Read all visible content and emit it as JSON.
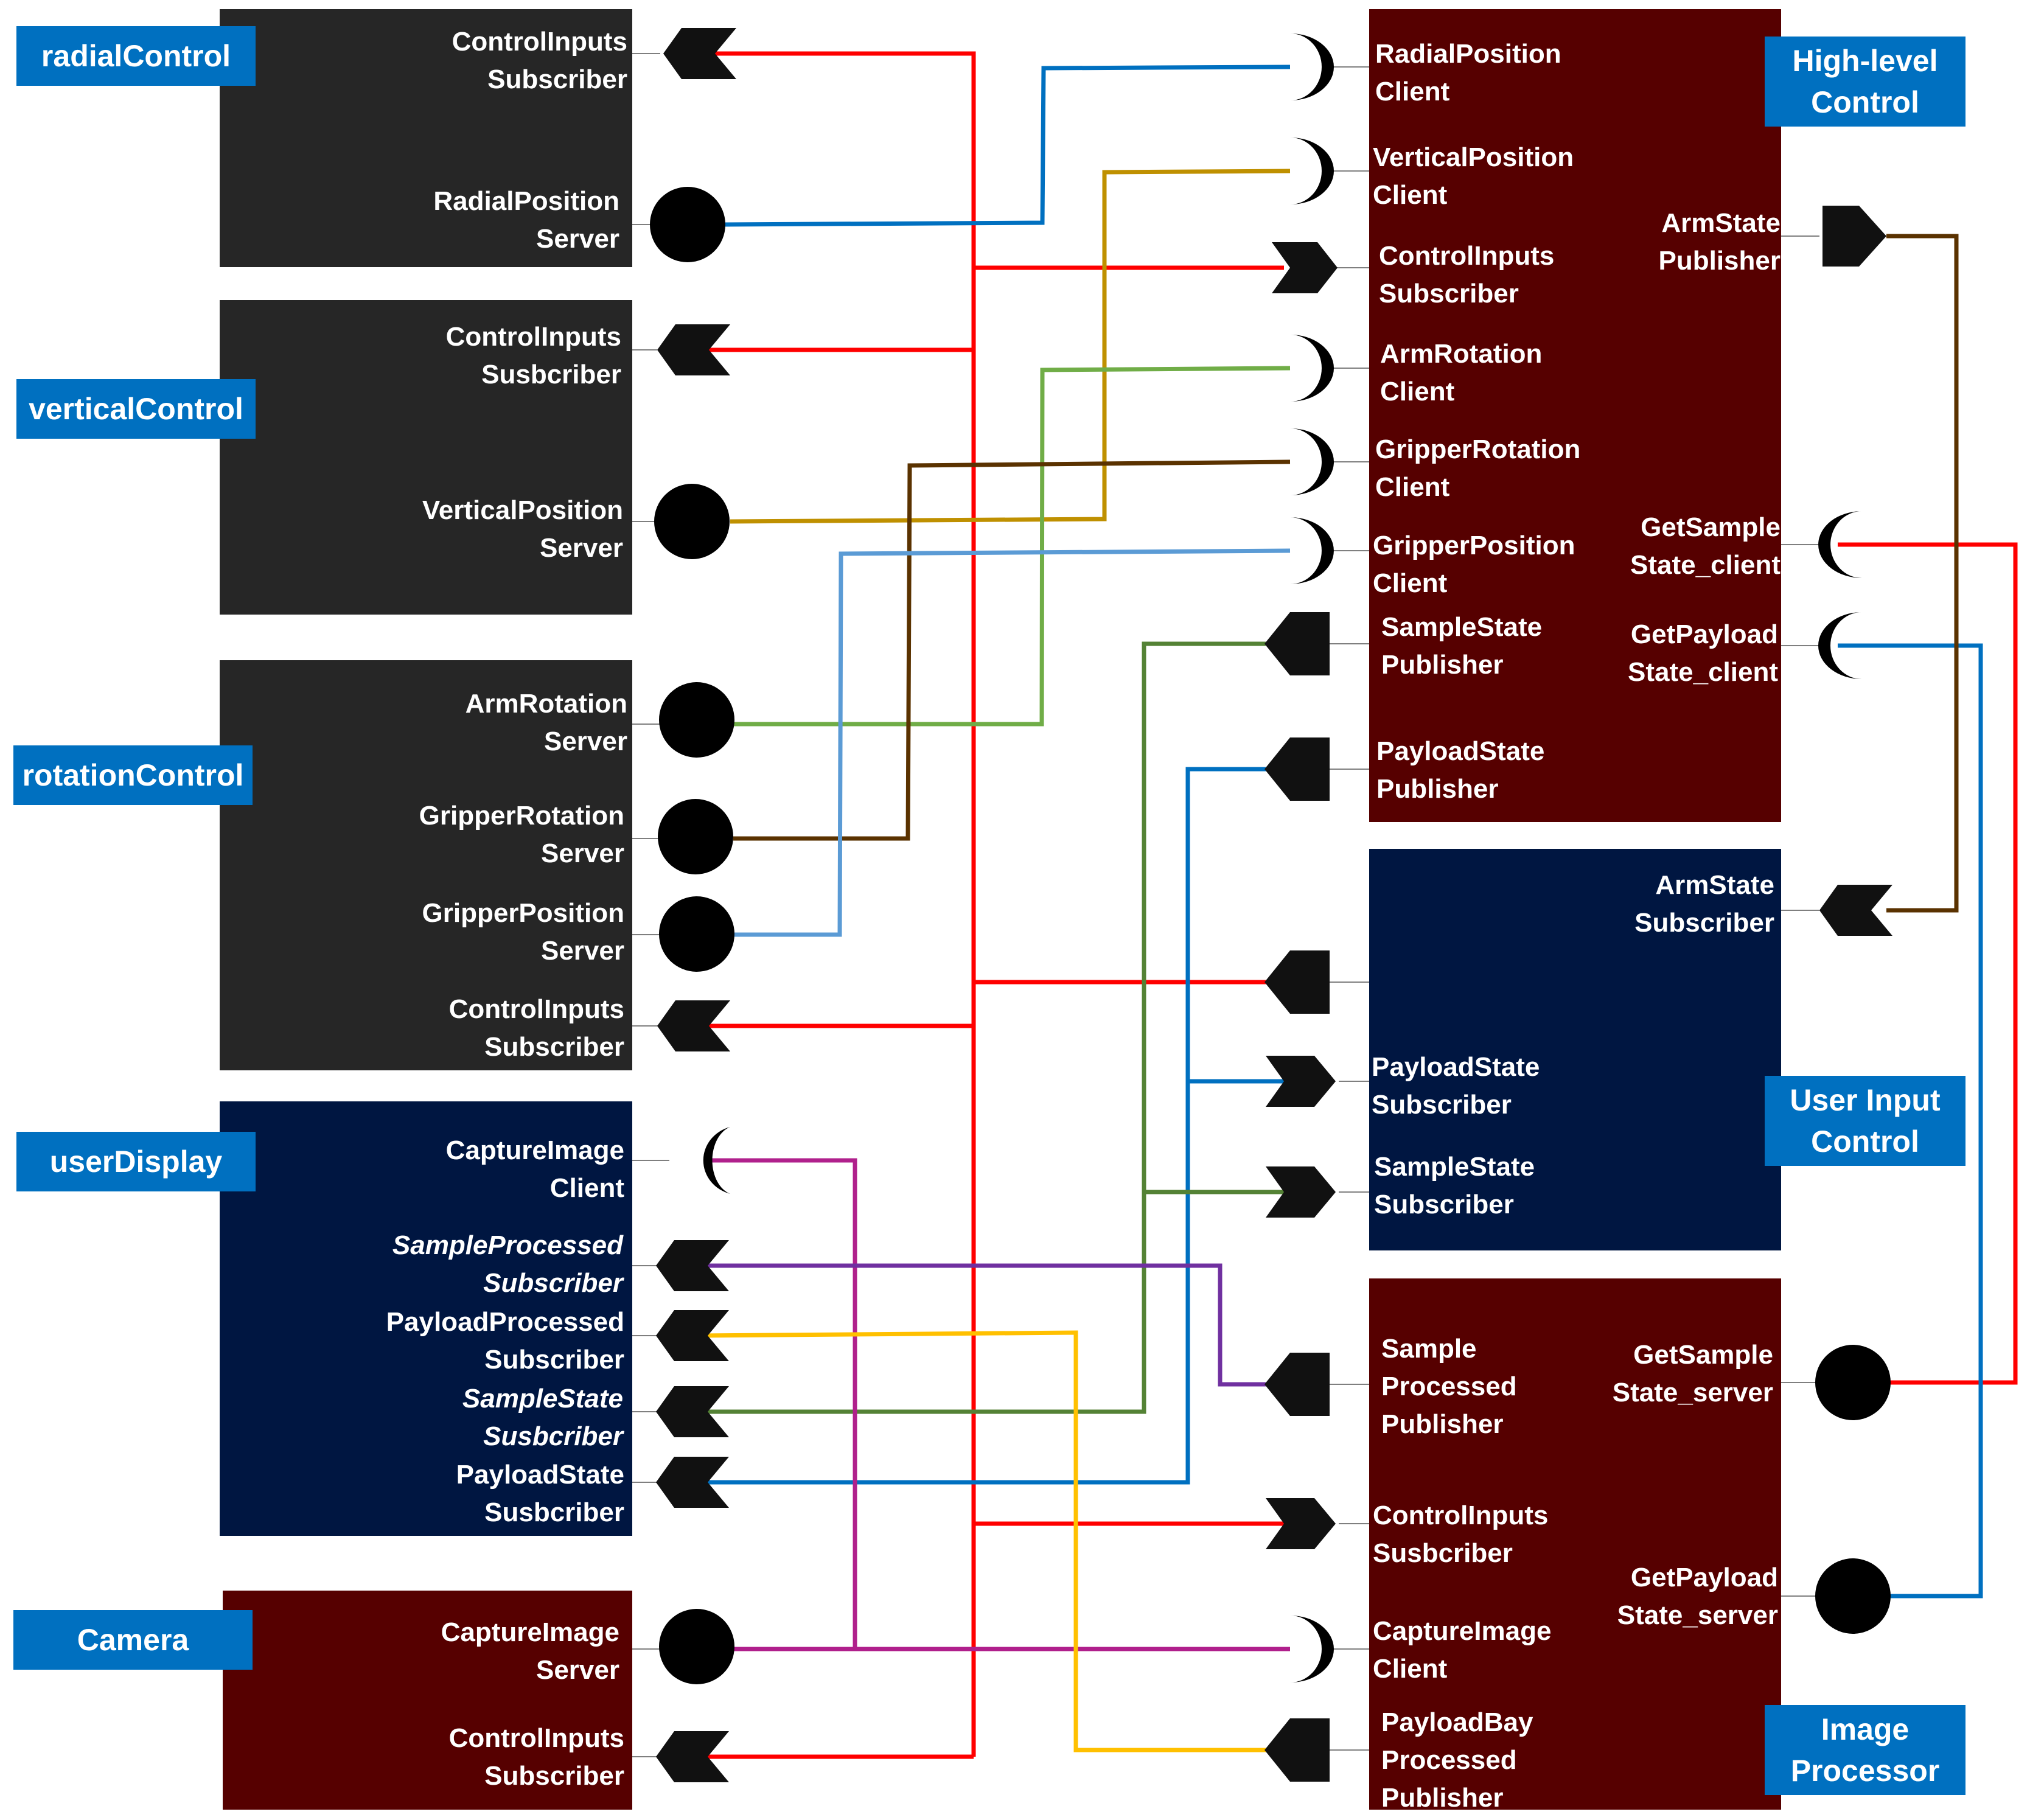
{
  "colors": {
    "dark_gray": "#262626",
    "maroon": "#560000",
    "navy": "#001641",
    "tag_blue": "#0070c0",
    "red": "#ff0000",
    "blue": "#0070c0",
    "gold": "#bf9000",
    "green": "#70ad47",
    "brown": "#5a3200",
    "light_blue": "#5b9bd5",
    "dark_green": "#548235",
    "magenta": "#b0208c",
    "purple": "#7030a0",
    "yellow": "#ffc000"
  },
  "modules": {
    "radialControl": {
      "name": "radialControl",
      "ports": [
        {
          "line1": "ControlInputs",
          "line2": "Subscriber",
          "kind": "subscriber-icon"
        },
        {
          "line1": "RadialPosition",
          "line2": "Server",
          "kind": "server-icon"
        }
      ]
    },
    "verticalControl": {
      "name": "verticalControl",
      "ports": [
        {
          "line1": "ControlInputs",
          "line2": "Susbcriber",
          "kind": "subscriber-icon"
        },
        {
          "line1": "VerticalPosition",
          "line2": "Server",
          "kind": "server-icon"
        }
      ]
    },
    "rotationControl": {
      "name": "rotationControl",
      "ports": [
        {
          "line1": "ArmRotation",
          "line2": "Server",
          "kind": "server-icon"
        },
        {
          "line1": "GripperRotation",
          "line2": "Server",
          "kind": "server-icon"
        },
        {
          "line1": "GripperPosition",
          "line2": "Server",
          "kind": "server-icon"
        },
        {
          "line1": "ControlInputs",
          "line2": "Subscriber",
          "kind": "subscriber-icon"
        }
      ]
    },
    "userDisplay": {
      "name": "userDisplay",
      "ports": [
        {
          "line1": "CaptureImage",
          "line2": "Client",
          "kind": "client-icon"
        },
        {
          "line1": "SampleProcessed",
          "line2": "Subscriber",
          "kind": "subscriber-icon"
        },
        {
          "line1": "PayloadProcessed",
          "line2": "Subscriber",
          "kind": "subscriber-icon"
        },
        {
          "line1": "SampleState",
          "line2": "Susbcriber",
          "kind": "subscriber-icon"
        },
        {
          "line1": "PayloadState",
          "line2": "Susbcriber",
          "kind": "subscriber-icon"
        }
      ]
    },
    "camera": {
      "name": "Camera",
      "ports": [
        {
          "line1": "CaptureImage",
          "line2": "Server",
          "kind": "server-icon"
        },
        {
          "line1": "ControlInputs",
          "line2": "Subscriber",
          "kind": "subscriber-icon"
        }
      ]
    },
    "highLevel": {
      "name_line1": "High-level",
      "name_line2": "Control",
      "ports": [
        {
          "line1": "RadialPosition",
          "line2": "Client",
          "kind": "client-icon"
        },
        {
          "line1": "VerticalPosition",
          "line2": "Client",
          "kind": "client-icon"
        },
        {
          "line1": "ControlInputs",
          "line2": "Subscriber",
          "kind": "subscriber-icon"
        },
        {
          "line1": "ArmRotation",
          "line2": "Client",
          "kind": "client-icon"
        },
        {
          "line1": "GripperRotation",
          "line2": "Client",
          "kind": "client-icon"
        },
        {
          "line1": "GripperPosition",
          "line2": "Client",
          "kind": "client-icon"
        },
        {
          "line1": "SampleState",
          "line2": "Publisher",
          "kind": "publisher-icon"
        },
        {
          "line1": "PayloadState",
          "line2": "Publisher",
          "kind": "publisher-icon"
        },
        {
          "line1": "ArmState",
          "line2": "Publisher",
          "kind": "publisher-icon"
        },
        {
          "line1": "GetSample",
          "line2": "State_client",
          "kind": "client-icon"
        },
        {
          "line1": "GetPayload",
          "line2": "State_client",
          "kind": "client-icon"
        }
      ]
    },
    "userInput": {
      "name_line1": "User Input",
      "name_line2": "Control",
      "ports": [
        {
          "line1": "ArmState",
          "line2": "Subscriber",
          "kind": "subscriber-icon"
        },
        {
          "line1": "PayloadState",
          "line2": "Subscriber",
          "kind": "subscriber-icon"
        },
        {
          "line1": "SampleState",
          "line2": "Subscriber",
          "kind": "subscriber-icon"
        }
      ]
    },
    "imageProcessor": {
      "name_line1": "Image",
      "name_line2": "Processor",
      "ports": [
        {
          "line1": "Sample",
          "line2": "Processed",
          "line3": "Publisher",
          "kind": "publisher-icon"
        },
        {
          "line1": "GetSample",
          "line2": "State_server",
          "kind": "server-icon"
        },
        {
          "line1": "ControlInputs",
          "line2": "Susbcriber",
          "kind": "subscriber-icon"
        },
        {
          "line1": "GetPayload",
          "line2": "State_server",
          "kind": "server-icon"
        },
        {
          "line1": "CaptureImage",
          "line2": "Client",
          "kind": "client-icon"
        },
        {
          "line1": "PayloadBay",
          "line2": "Processed",
          "line3": "Publisher",
          "kind": "publisher-icon"
        }
      ]
    }
  }
}
